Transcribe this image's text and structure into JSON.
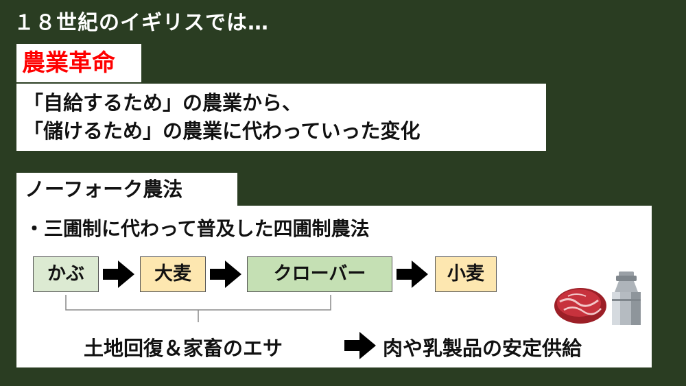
{
  "title": "１８世紀のイギリスでは…",
  "heading_agri_revolution": "農業革命",
  "definition": {
    "line1": "「自給するため」の農業から、",
    "line2": "「儲けるため」の農業に代わっていった変化"
  },
  "heading_norfolk": "ノーフォーク農法",
  "bullet": "・三圃制に代わって普及した四圃制農法",
  "rotation": [
    "かぶ",
    "大麦",
    "クローバー",
    "小麦"
  ],
  "result": {
    "left": "土地回復＆家畜のエサ",
    "right": "肉や乳製品の安定供給"
  },
  "colors": {
    "board": "#2a3d22",
    "heading_red": "#ff0000",
    "crop_green": "#dcead2",
    "crop_yellow": "#fde7b0",
    "crop_clover": "#c5e0b4"
  },
  "icons": [
    "arrow-right-icon",
    "meat-icon",
    "milk-can-icon"
  ]
}
